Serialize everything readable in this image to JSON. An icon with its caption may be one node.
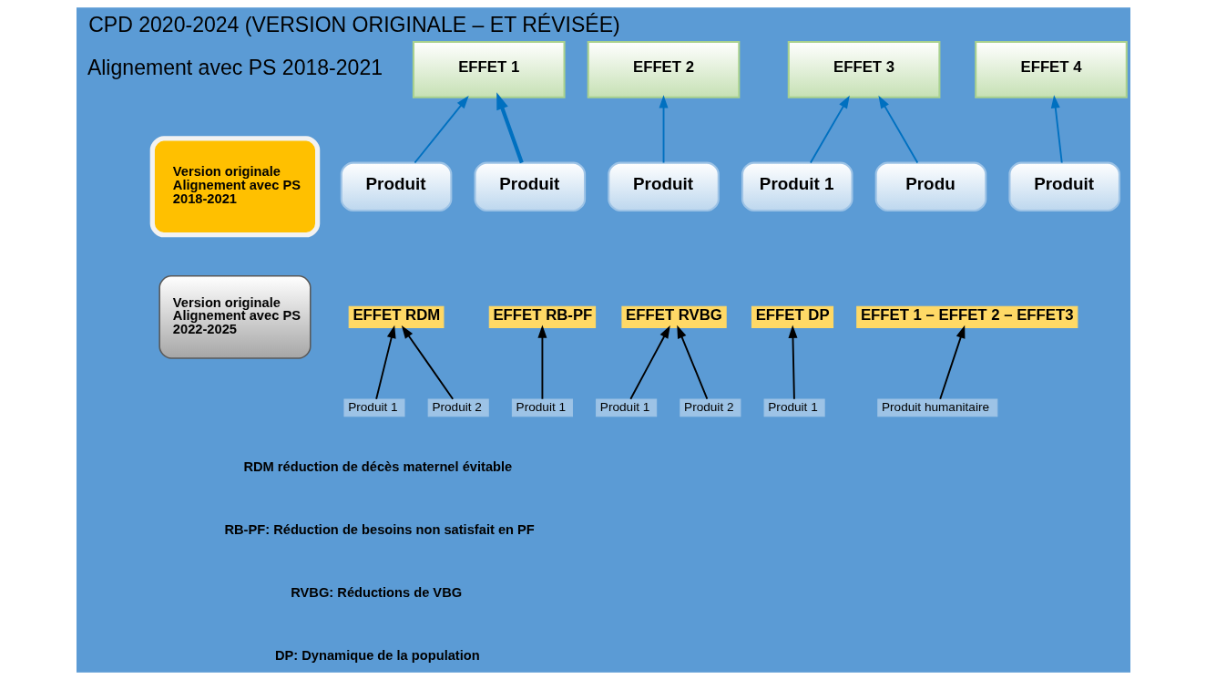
{
  "diagram": {
    "title": "CPD 2020-2024 (VERSION ORIGINALE – ET RÉVISÉE)",
    "nodes": [
      {
        "text": [
          "EFFET 1"
        ]
      },
      {
        "text": [
          "EFFET 2"
        ]
      },
      {
        "text": [
          "EFFET 3"
        ]
      },
      {
        "text": [
          "EFFET 4"
        ]
      },
      {
        "text": [
          "Produit"
        ]
      },
      {
        "text": [
          "Produit"
        ]
      },
      {
        "text": [
          "Produit"
        ]
      },
      {
        "text": [
          "Produit 1"
        ]
      },
      {
        "text": [
          "Produ"
        ]
      },
      {
        "text": [
          "Produit"
        ]
      },
      {
        "text": [
          "Version originale Alignement avec PS 2018-2021"
        ]
      },
      {
        "text": [
          "Version originale Alignement avec PS 2022-2025"
        ]
      },
      {
        "text": [
          "EFFET RDM"
        ]
      },
      {
        "text": [
          "EFFET RB-PF"
        ]
      },
      {
        "text": [
          "EFFET RVBG"
        ]
      },
      {
        "text": [
          "EFFET DP"
        ]
      },
      {
        "text": [
          "EFFET 1 – EFFET 2 – EFFET3"
        ]
      },
      {
        "text": [
          "Produit 1"
        ]
      },
      {
        "text": [
          "Produit 2"
        ]
      },
      {
        "text": [
          "Produit 1"
        ]
      },
      {
        "text": [
          "Produit 1"
        ]
      },
      {
        "text": [
          "Produit 2"
        ]
      },
      {
        "text": [
          "Produit 1"
        ]
      },
      {
        "text": [
          "Produit humanitaire"
        ]
      }
    ],
    "edges": [
      {
        "from": 4,
        "to": 0,
        "arrow": "to",
        "color": "#0070c0"
      },
      {
        "from": 5,
        "to": 0,
        "arrow": "to",
        "color": "#0070c0",
        "style": "thick"
      },
      {
        "from": 6,
        "to": 1,
        "arrow": "to",
        "color": "#0070c0"
      },
      {
        "from": 7,
        "to": 2,
        "arrow": "to",
        "color": "#0070c0"
      },
      {
        "from": 8,
        "to": 2,
        "arrow": "to",
        "color": "#0070c0"
      },
      {
        "from": 9,
        "to": 3,
        "arrow": "to",
        "color": "#0070c0"
      },
      {
        "from": 17,
        "to": 12,
        "arrow": "to"
      },
      {
        "from": 18,
        "to": 12,
        "arrow": "to"
      },
      {
        "from": 19,
        "to": 13,
        "arrow": "to"
      },
      {
        "from": 20,
        "to": 14,
        "arrow": "to"
      },
      {
        "from": 21,
        "to": 14,
        "arrow": "to"
      },
      {
        "from": 22,
        "to": 15,
        "arrow": "to"
      },
      {
        "from": 23,
        "to": 16,
        "arrow": "to"
      }
    ],
    "labels": [
      "Alignement avec PS 2018-2021",
      "RDM réduction de décès maternel évitable",
      "RB-PF: Réduction de besoins non satisfait en PF",
      "RVBG: Réductions de VBG",
      "DP: Dynamique de la population"
    ]
  }
}
